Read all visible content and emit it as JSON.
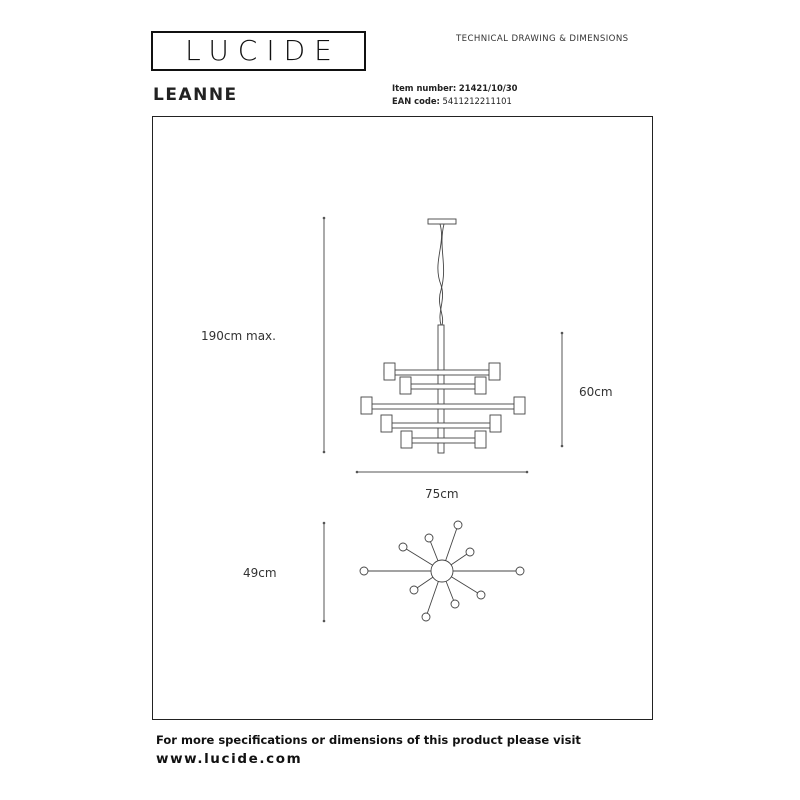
{
  "brand": {
    "logo_text": "LUCIDE"
  },
  "header": {
    "subtitle": "TECHNICAL DRAWING & DIMENSIONS"
  },
  "product": {
    "name": "LEANNE",
    "item_label": "Item number:",
    "item_number": "21421/10/30",
    "ean_label": "EAN code:",
    "ean_code": "5411212211101"
  },
  "dimensions": {
    "height_max": "190cm max.",
    "body_height": "60cm",
    "width": "75cm",
    "depth": "49cm"
  },
  "footer": {
    "note": "For more specifications or dimensions of this product please visit",
    "url": "www.lucide.com"
  }
}
